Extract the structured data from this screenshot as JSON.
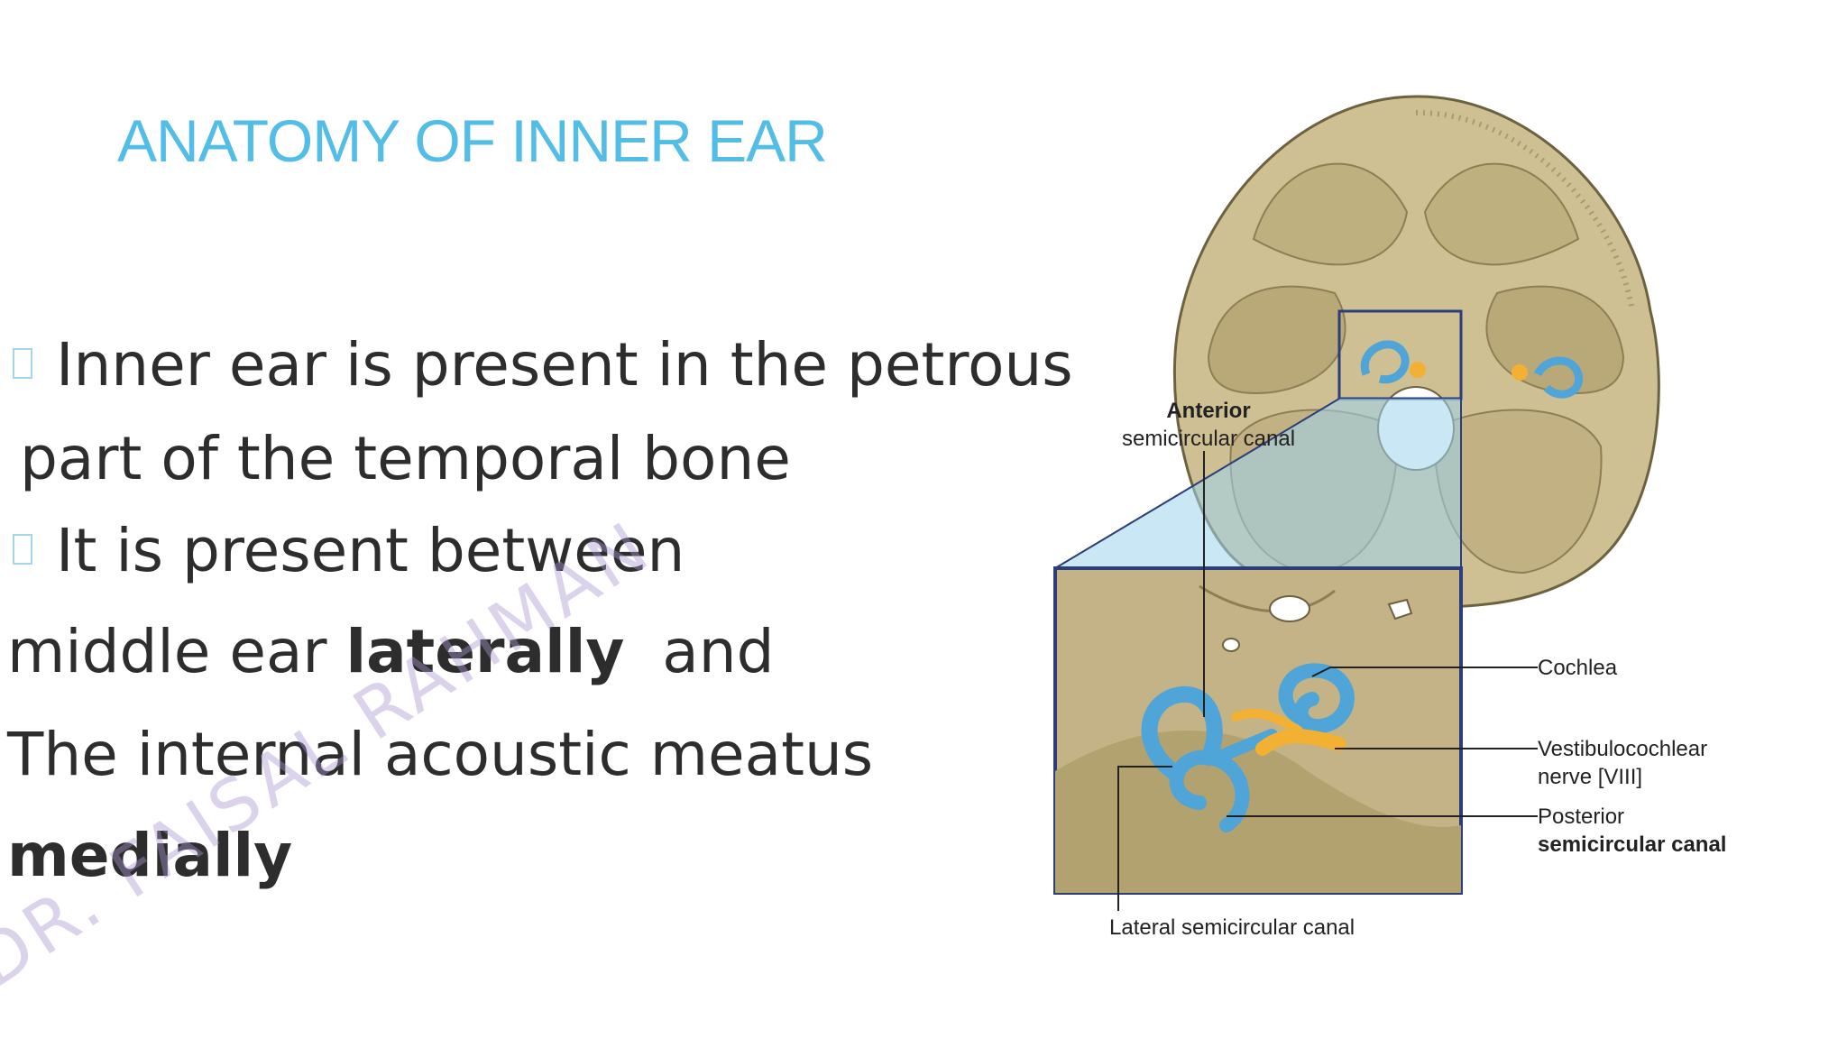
{
  "slide": {
    "title": "ANATOMY OF INNER EAR",
    "lines": {
      "l1": "Inner ear is present in the petrous",
      "l2": "part of the temporal bone",
      "l3": "It is present between",
      "l4_pre": "middle ear ",
      "l4_bold": "laterally",
      "l4_post": "  and",
      "l5": "The internal acoustic meatus",
      "l6_bold": "medially"
    },
    "watermark": "DR. FAISAL RAHMAN"
  },
  "figure": {
    "labels": {
      "anterior_1": "Anterior",
      "anterior_2": "semicircular canal",
      "cochlea": "Cochlea",
      "vestibulo_1": "Vestibulocochlear",
      "vestibulo_2": "nerve [VIII]",
      "posterior_1": "Posterior",
      "posterior_2": "semicircular canal",
      "lateral": "Lateral semicircular canal"
    },
    "colors": {
      "bone": "#c9b98c",
      "bone_dark": "#a8965f",
      "labyrinth": "#4fa4d8",
      "nerve": "#f2b132",
      "frame": "#2c3e7a",
      "highlight": "#9fd3ee"
    }
  }
}
